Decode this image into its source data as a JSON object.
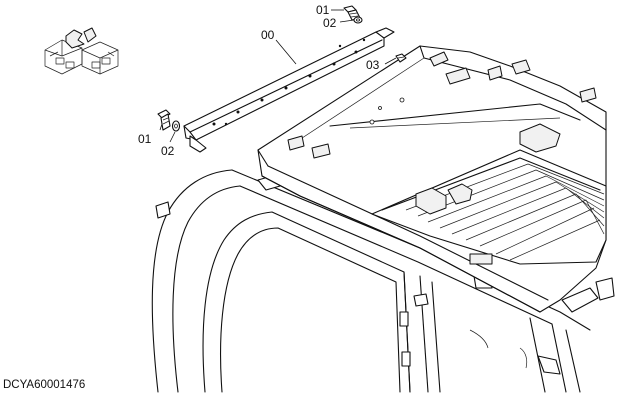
{
  "callouts": {
    "c00": "00",
    "c01_top": "01",
    "c02_top": "02",
    "c03": "03",
    "c01_left": "01",
    "c02_left": "02"
  },
  "drawing_code": "DCYA60001476"
}
